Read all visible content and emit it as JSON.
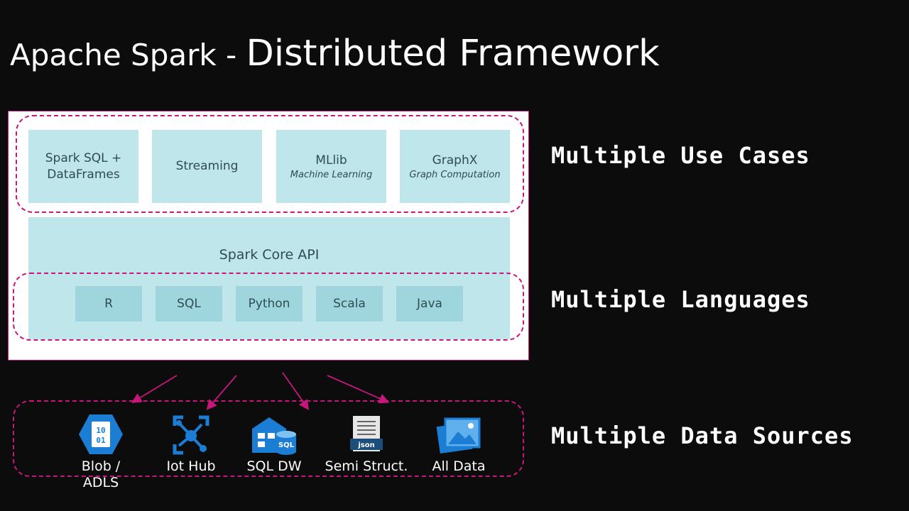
{
  "title": {
    "lead": "Apache Spark - ",
    "main": "Distributed Framework"
  },
  "use_cases": [
    {
      "name": "Spark SQL +\nDataFrames",
      "sub": ""
    },
    {
      "name": "Streaming",
      "sub": ""
    },
    {
      "name": "MLlib",
      "sub": "Machine Learning"
    },
    {
      "name": "GraphX",
      "sub": "Graph Computation"
    }
  ],
  "core_api": "Spark Core API",
  "languages": [
    "R",
    "SQL",
    "Python",
    "Scala",
    "Java"
  ],
  "side_labels": {
    "use_cases": "Multiple Use Cases",
    "languages": "Multiple Languages",
    "data_sources": "Multiple Data Sources"
  },
  "data_sources": [
    {
      "label": "Blob /\nADLS",
      "icon": "blob-icon"
    },
    {
      "label": "Iot Hub",
      "icon": "iot-hub-icon"
    },
    {
      "label": "SQL DW",
      "icon": "sql-dw-icon"
    },
    {
      "label": "Semi Struct.",
      "icon": "json-file-icon"
    },
    {
      "label": "All Data",
      "icon": "images-icon"
    }
  ],
  "icon_text": {
    "blob_top": "10",
    "blob_bottom": "01",
    "sql": "SQL",
    "json": "json"
  },
  "colors": {
    "background": "#0c0c0c",
    "block": "#bfe6ea",
    "language_block": "#9fd6dd",
    "accent_magenta": "#c8177c",
    "icon_blue": "#1b7ed4"
  }
}
